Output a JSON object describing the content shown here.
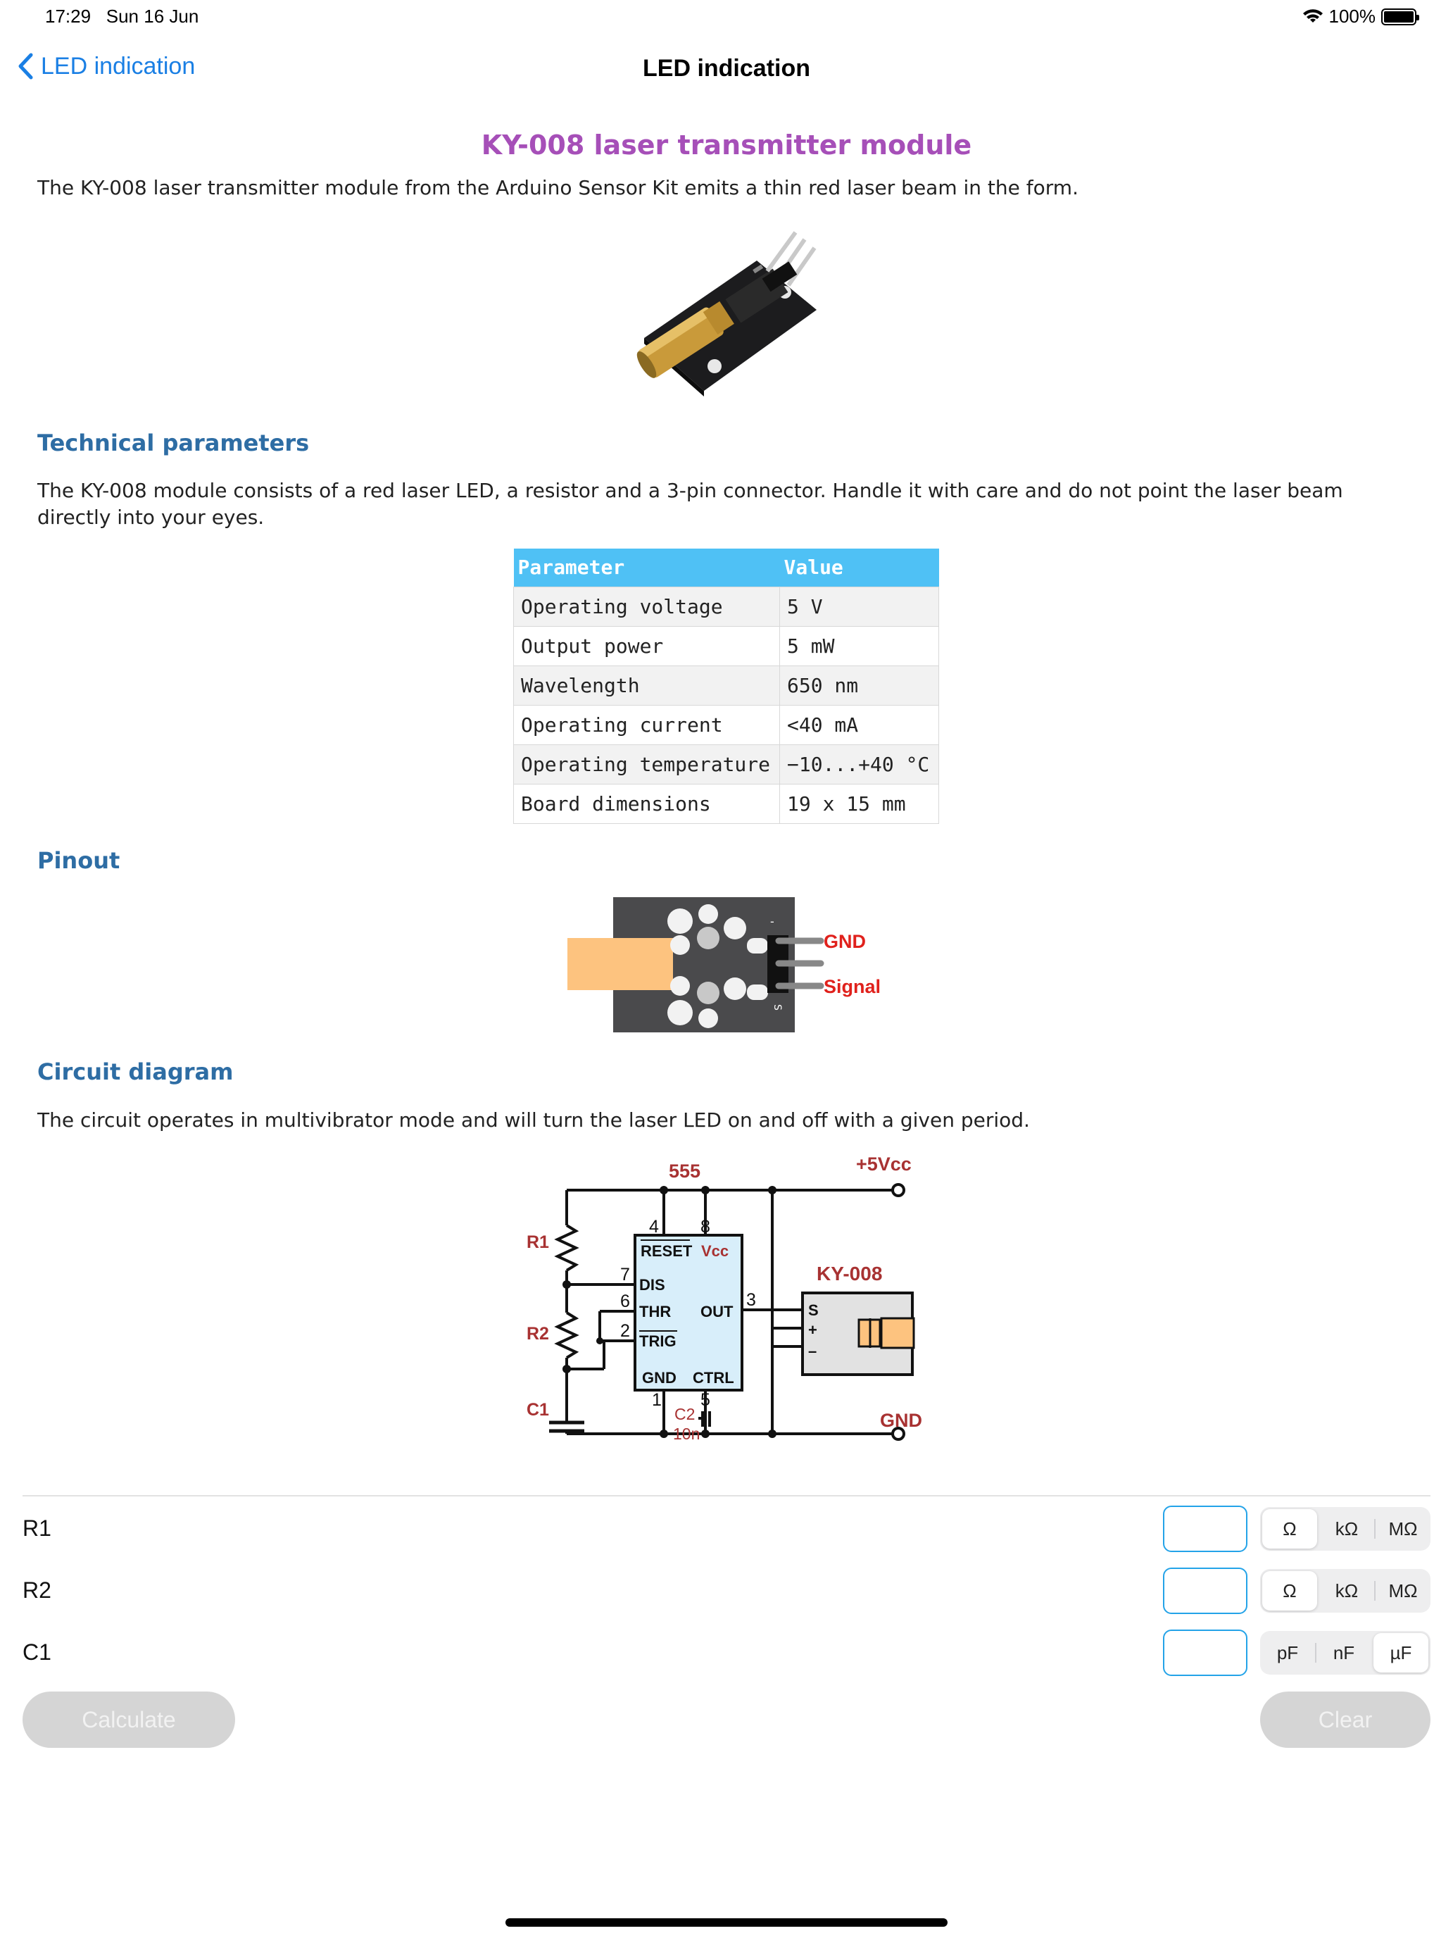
{
  "status_bar": {
    "time": "17:29",
    "date": "Sun 16 Jun",
    "battery": "100%"
  },
  "nav": {
    "back_label": "LED indication",
    "title": "LED indication"
  },
  "article": {
    "title": "KY-008 laser transmitter module",
    "intro": "The KY-008 laser transmitter module from the Arduino Sensor Kit emits a thin red laser beam in the form.",
    "tech_heading": "Technical parameters",
    "tech_text": "The KY-008 module consists of a red laser LED, a resistor and a 3-pin connector. Handle it with care and do not point the laser beam directly into your eyes.",
    "table": {
      "headers": [
        "Parameter",
        "Value"
      ],
      "rows": [
        [
          "Operating voltage",
          "5 V"
        ],
        [
          "Output power",
          "5 mW"
        ],
        [
          "Wavelength",
          "650 nm"
        ],
        [
          "Operating current",
          "<40 mA"
        ],
        [
          "Operating temperature",
          "−10...+40 °C"
        ],
        [
          "Board dimensions",
          "19 x 15 mm"
        ]
      ]
    },
    "pinout_heading": "Pinout",
    "pinout": {
      "gnd": "GND",
      "signal": "Signal",
      "s_mark": "S",
      "minus_mark": "-"
    },
    "circuit_heading": "Circuit diagram",
    "circuit_text": "The circuit operates in multivibrator mode and will turn the laser LED on and off with a given period.",
    "circuit": {
      "ic": "555",
      "vcc": "+5Vcc",
      "gnd": "GND",
      "module": "KY-008",
      "r1": "R1",
      "r2": "R2",
      "c1": "C1",
      "c2": "C2",
      "c2_value": "10n",
      "pin4": "4",
      "pin8": "8",
      "pin7": "7",
      "pin6": "6",
      "pin2": "2",
      "pin1": "1",
      "pin5": "5",
      "pin3": "3",
      "reset": "RESET",
      "vcc_pin": "Vcc",
      "dis": "DIS",
      "thr": "THR",
      "trig": "TRIG",
      "out": "OUT",
      "gnd_pin": "GND",
      "ctrl": "CTRL",
      "s": "S",
      "plus": "+",
      "minus": "–"
    }
  },
  "form": {
    "rows": [
      {
        "label": "R1",
        "units": [
          "Ω",
          "kΩ",
          "MΩ"
        ],
        "selected": 0
      },
      {
        "label": "R2",
        "units": [
          "Ω",
          "kΩ",
          "MΩ"
        ],
        "selected": 0
      },
      {
        "label": "C1",
        "units": [
          "pF",
          "nF",
          "µF"
        ],
        "selected": 2
      }
    ],
    "calculate_label": "Calculate",
    "clear_label": "Clear"
  },
  "colors": {
    "accent": "#1a7fe4",
    "title": "#a64fb8",
    "heading": "#2e6da4",
    "table_header": "#4fc1f5",
    "schematic_label": "#a83232"
  }
}
